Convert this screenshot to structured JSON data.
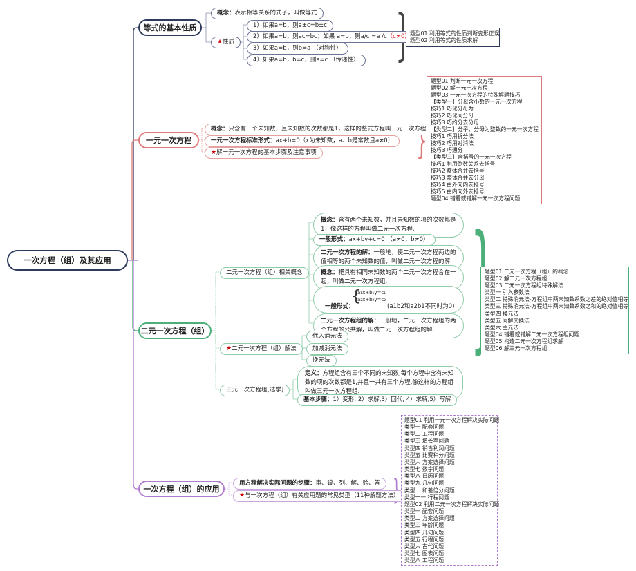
{
  "root": {
    "title": "一次方程（组）及其应用"
  },
  "colors": {
    "navy": "#2f3b5c",
    "red": "#e07a7a",
    "green": "#4caf7a",
    "purple": "#b07cd0",
    "star": "#cc0000"
  },
  "branch1": {
    "title": "等式的基本性质",
    "concept": {
      "label": "概念：",
      "text": "表示相等关系的式子，叫做等式"
    },
    "property": {
      "icon": "star-icon",
      "label": "性质",
      "items": [
        "1）如果a=b，则a±c=b±c",
        "2）如果a=b，则ac=bc；如果 a=b，则a/c =a /c",
        "3）如果a=b，则b=a （对称性）",
        "4）如果a=b，b=c，则a=c （传递性）"
      ],
      "item2_suffix": "（c≠0）"
    },
    "types": [
      "题型01 利用等式的性质判断变形正误",
      "题型02 利用等式的性质求解"
    ]
  },
  "branch2": {
    "title": "一元一次方程",
    "concept": {
      "label": "概念：",
      "text": "只含有一个未知数，且未知数的次数都是1，这样的整式方程叫一元一次方程."
    },
    "standard": {
      "label": "一元一次方程标准形式：",
      "text": "ax+b=0（x为未知数，a、b是常数且a≠0）"
    },
    "steps": {
      "icon": "star-icon",
      "text": "解一元一次方程的基本步骤及注意事项"
    },
    "types": [
      "题型01 判断一元一次方程",
      "题型02 解一元一次方程",
      "题型03 一元一次方程的特殊解题技巧",
      "【类型一】分母含小数的一元一次方程",
      "技巧1 巧化分母为",
      "技巧2 巧化同分母",
      "技巧3 巧约分去分母",
      "【类型二】分子、分母为整数的一元一次方程",
      "技巧1 巧用拆分法",
      "技巧2 巧用对消法",
      "技巧3 巧通分",
      "【类型三】含括号的一元一次方程",
      "技巧1 利用倒数关系去括号",
      "技巧2 整体合并去括号",
      "技巧3 整体合并去分母",
      "技巧4 由外向内去括号",
      "技巧5 由内向外去括号",
      "题型04 错看或错解一元一次方程问题"
    ]
  },
  "branch3": {
    "title": "二元一次方程（组）",
    "concepts": {
      "title": "二元一次方程（组）相关概念",
      "items": [
        {
          "label": "概念：",
          "text": "含有两个未知数，并且未知数的项的次数都是1，像这样的方程叫做二元一次方程."
        },
        {
          "label": "一般形式：",
          "text": "ax+by+c=0 （a≠0，b≠0）"
        },
        {
          "label": "二元一次方程的解：",
          "text": "一般地，使二元一次方程两边的值相等的两个未知数的值，叫做二元一次方程的解."
        },
        {
          "label": "概念：",
          "text": "把具有相同未知数的两个二元一次方程合在一起，叫做二元一次方程组."
        },
        {
          "label": "一般形式：",
          "eq1": "a₁x+b₁y=c₁",
          "eq2": "a₂x+b₂y=c₂",
          "text": "(a1b2和a2b1不同时为0)"
        },
        {
          "label": "二元一次方程组的解：",
          "text": "一般地，二元一次方程组的两个方程的公共解，叫做二元一次方程组的解."
        }
      ]
    },
    "methods": {
      "icon": "star-icon",
      "title": "二元一次方程（组）解法",
      "items": [
        "代入消元法",
        "加减消元法",
        "换元法"
      ]
    },
    "ternary": {
      "title": "三元一次方程组[选学]",
      "definition": {
        "label": "定义：",
        "text": "方程组含有三个不同的未知数,每个方程中含有未知数的项的次数都是1,并且一共有三个方程,像这样的方程组叫做三元一次方程组."
      },
      "steps": {
        "label": "基本步骤：",
        "text": "1）变形, 2）求解,3）回代, 4）求解,5）写解"
      }
    },
    "types": [
      "题型01 二元一次方程（组）的概念",
      "题型02 解二元一次方程组",
      "题型03 二元一次方程组特殊解法",
      "类型一 引入参数法",
      "类型二 特殊消元法-方程组中两未知数系数之差的绝对值相等",
      "类型三 特殊消元法-方程组中两未知数系数之和的绝对值相等",
      "类型四 换元法",
      "类型五 同解交换法",
      "类型六 主元法",
      "题型04 错看或错解二元一次方程组问题",
      "题型05 构造二元一次方程组求解",
      "题型06 解三元一次方程组"
    ]
  },
  "branch4": {
    "title": "一次方程（组）的应用",
    "steps": {
      "label": "用方程解决实际问题的步骤：",
      "text": "审、设、列、解、验、答"
    },
    "common": {
      "icon": "star-icon",
      "text": "与一次方程（组）有关应用题的常见类型（11种解题方法）"
    },
    "types": [
      "题型01 利用一元一次方程解决实际问题",
      "类型一 配套问题",
      "类型二 工程问题",
      "类型三 增长率问题",
      "类型四 销售利润问题",
      "类型五 比赛积分问题",
      "类型六 方案选择问题",
      "类型七 数字问题",
      "类型八 日历问题",
      "类型九 几何问题",
      "类型十 和差倍分问题",
      "类型十一 行程问题",
      "题型02 利用二元一次方程解决实际问题",
      "类型一 配套问题",
      "类型二 方案选择问题",
      "类型三 年龄问题",
      "类型四 几何问题",
      "类型五 行程问题",
      "类型六 古代问题",
      "类型七 图表问题",
      "类型八 工程问题"
    ]
  }
}
